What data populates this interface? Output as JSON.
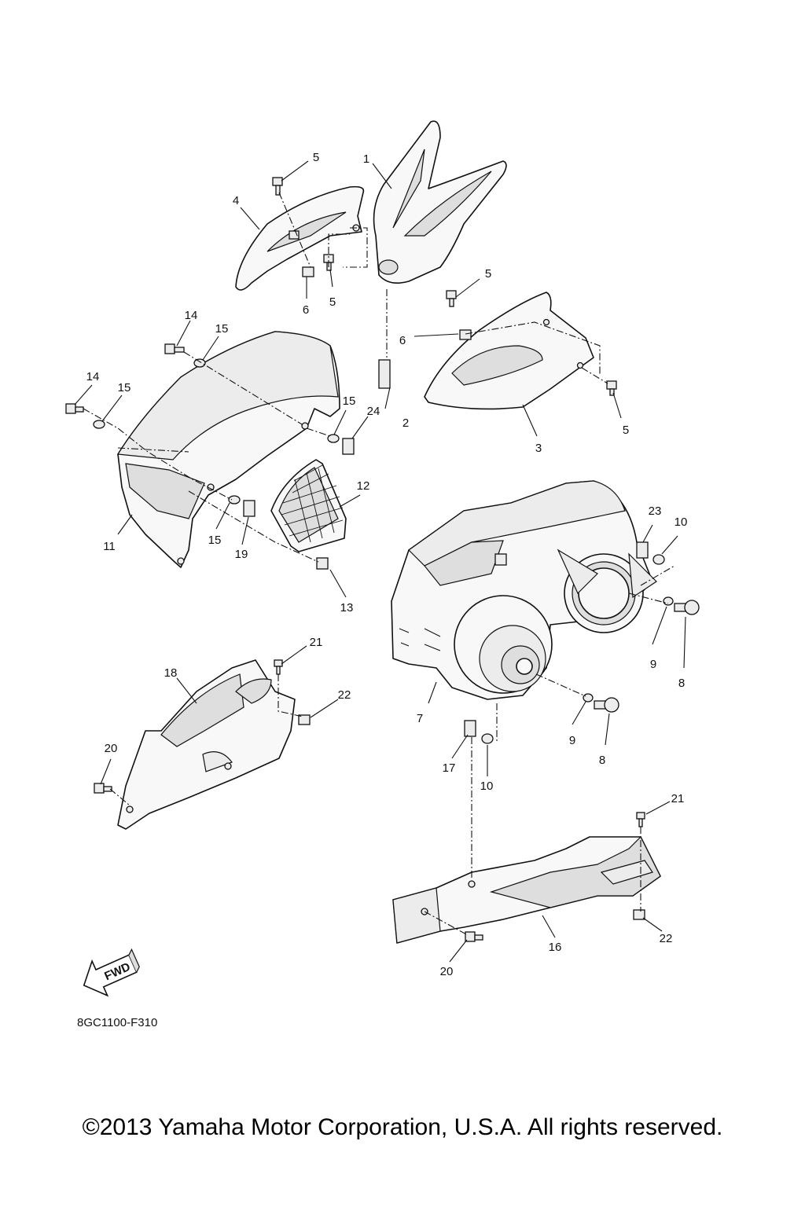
{
  "diagram": {
    "code": "8GC1100-F310",
    "copyright": "©2013 Yamaha Motor Corporation, U.S.A. All rights reserved.",
    "fwd_label": "FWD",
    "callouts": [
      "1",
      "2",
      "3",
      "4",
      "5",
      "5",
      "5",
      "5",
      "6",
      "6",
      "7",
      "8",
      "8",
      "9",
      "9",
      "10",
      "10",
      "11",
      "12",
      "13",
      "14",
      "14",
      "15",
      "15",
      "15",
      "15",
      "16",
      "17",
      "18",
      "19",
      "20",
      "20",
      "21",
      "21",
      "22",
      "22",
      "23",
      "24"
    ]
  }
}
